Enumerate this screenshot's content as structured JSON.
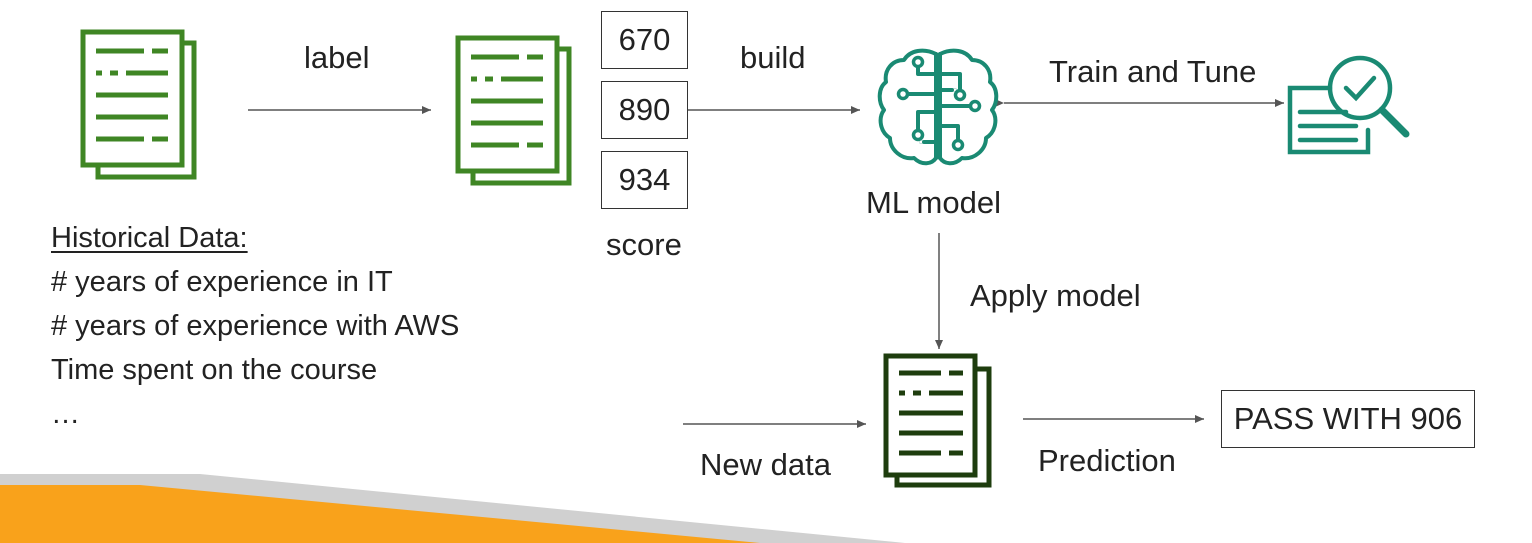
{
  "colors": {
    "doc_green": "#3f8624",
    "doc_dark": "#1e3d0e",
    "ml_teal": "#1a8a73",
    "arrow": "#555555",
    "stripe_orange": "#f9a21b",
    "stripe_grey": "#d0d0d0"
  },
  "icons": {
    "historical_doc": "document-stack-icon",
    "labeled_doc": "document-stack-icon",
    "ml_model": "brain-circuit-icon",
    "tune": "search-check-icon",
    "new_doc": "document-stack-icon"
  },
  "labels": {
    "label": "label",
    "build": "build",
    "train_and_tune": "Train and Tune",
    "ml_model": "ML model",
    "score": "score",
    "apply_model": "Apply model",
    "new_data": "New data",
    "prediction": "Prediction"
  },
  "scores": [
    "670",
    "890",
    "934"
  ],
  "result": "PASS WITH 906",
  "historical": {
    "title": "Historical Data:",
    "items": [
      "# years of experience in IT",
      "# years of experience with AWS",
      "Time spent on the course",
      "…"
    ]
  }
}
